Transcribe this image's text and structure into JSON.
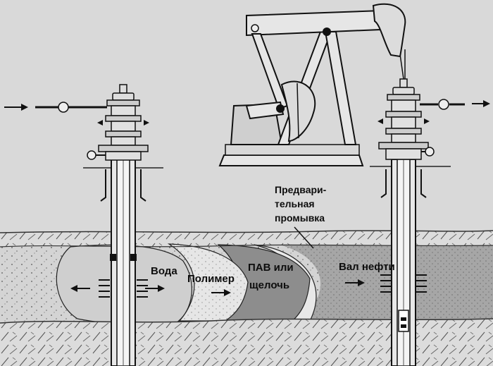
{
  "labels": {
    "prewash_line1": "Предвари-",
    "prewash_line2": "тельная",
    "prewash_line3": "промывка",
    "water": "Вода",
    "polymer": "Полимер",
    "surfactant_line1": "ПАВ или",
    "surfactant_line2": "щелочь",
    "oil_bank": "Вал нефти"
  },
  "colors": {
    "sky": "#d9d9d9",
    "ink": "#111111",
    "soil": "#dcdcdc",
    "water_zone": "#cfcfcf",
    "polymer_zone": "#e6e6e6",
    "surfactant_zone": "#8d8d8d",
    "oil_zone": "#a6a6a6"
  },
  "icons": [
    "arrow-right-icon",
    "arrow-left-icon",
    "pumpjack-icon",
    "wellhead-icon",
    "valve-icon"
  ]
}
